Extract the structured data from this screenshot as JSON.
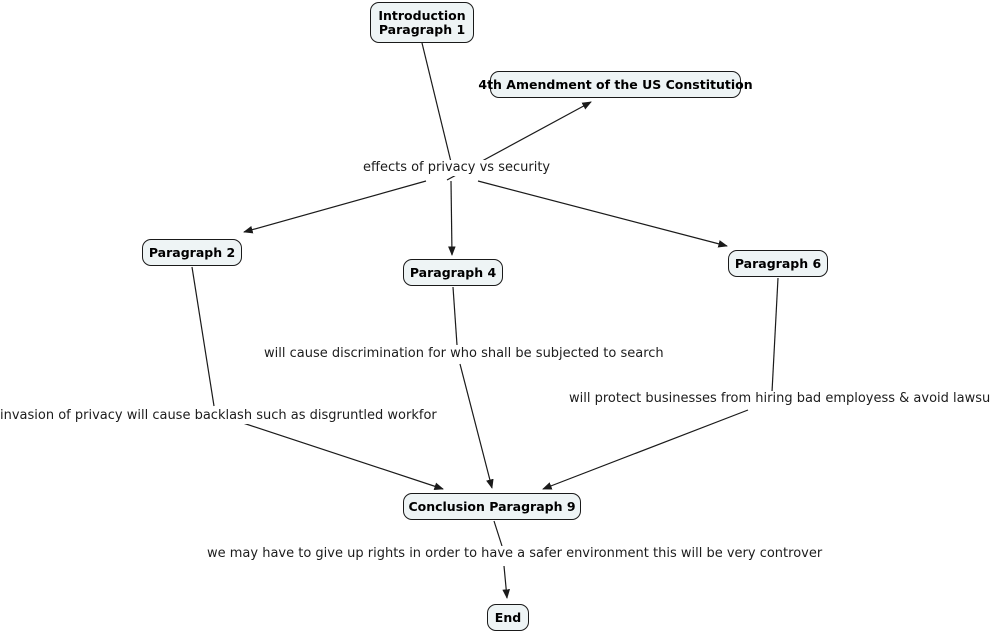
{
  "diagram": {
    "type": "flowchart",
    "title": "Essay outline flowchart: privacy vs security",
    "background_color": "#ffffff",
    "node_fill_color": "#eef4f5",
    "node_border_color": "#1a1a1a",
    "edge_color": "#1a1a1a",
    "nodes": [
      {
        "id": "intro",
        "label": "Introduction\nParagraph 1"
      },
      {
        "id": "amendment",
        "label": "4th Amendment of the US Constitution"
      },
      {
        "id": "para2",
        "label": "Paragraph 2"
      },
      {
        "id": "para4",
        "label": "Paragraph 4"
      },
      {
        "id": "para6",
        "label": "Paragraph 6"
      },
      {
        "id": "conclusion",
        "label": "Conclusion Paragraph 9"
      },
      {
        "id": "end",
        "label": "End"
      }
    ],
    "edge_labels": [
      {
        "id": "label-effects",
        "text": "effects of privacy vs security"
      },
      {
        "id": "label-discrimination",
        "text": "will cause discrimination for who shall be subjected to search"
      },
      {
        "id": "label-invasion",
        "text": "invasion of privacy will cause backlash such as disgruntled workfor"
      },
      {
        "id": "label-businesses",
        "text": "will protect businesses from hiring bad employess & avoid lawsu"
      },
      {
        "id": "label-rights",
        "text": "we may have to give up rights in order to have a safer environment this will be very controver"
      }
    ],
    "edges": [
      {
        "from": "intro",
        "to": "amendment",
        "label": "effects of privacy vs security"
      },
      {
        "from": "intro",
        "to": "para2",
        "label": "effects of privacy vs security"
      },
      {
        "from": "intro",
        "to": "para4",
        "label": "effects of privacy vs security"
      },
      {
        "from": "intro",
        "to": "para6",
        "label": "effects of privacy vs security"
      },
      {
        "from": "para2",
        "to": "conclusion",
        "label": "invasion of privacy will cause backlash such as disgruntled workfor"
      },
      {
        "from": "para4",
        "to": "conclusion",
        "label": "will cause discrimination for who shall be subjected to search"
      },
      {
        "from": "para6",
        "to": "conclusion",
        "label": "will protect businesses from hiring bad employess & avoid lawsu"
      },
      {
        "from": "conclusion",
        "to": "end",
        "label": "we may have to give up rights in order to have a safer environment this will be very controver"
      }
    ]
  }
}
